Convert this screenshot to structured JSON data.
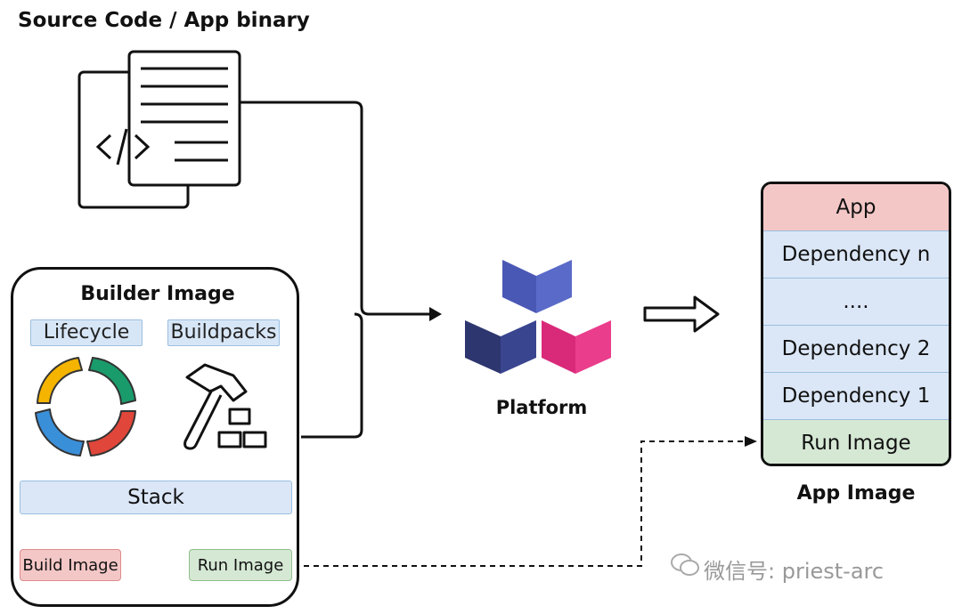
{
  "source": {
    "title": "Source Code / App binary"
  },
  "builder": {
    "title": "Builder Image",
    "lifecycle_label": "Lifecycle",
    "buildpacks_label": "Buildpacks",
    "stack_label": "Stack",
    "build_image_label": "Build Image",
    "run_image_label": "Run Image"
  },
  "platform": {
    "label": "Platform"
  },
  "app_image": {
    "title": "App Image",
    "layers": [
      {
        "label": "App",
        "color": "#f4c7c7"
      },
      {
        "label": "Dependency n",
        "color": "#dbe7f7"
      },
      {
        "label": "....",
        "color": "#dbe7f7"
      },
      {
        "label": "Dependency 2",
        "color": "#dbe7f7"
      },
      {
        "label": "Dependency 1",
        "color": "#dbe7f7"
      },
      {
        "label": "Run Image",
        "color": "#d5e8d4"
      }
    ]
  },
  "watermark": {
    "text": "微信号: priest-arc"
  },
  "colors": {
    "lifecycle_yellow": "#f4b400",
    "lifecycle_green": "#1a9b6c",
    "lifecycle_red": "#e0463a",
    "lifecycle_blue": "#3a8fd9",
    "logo_indigo": "#3e4a9e",
    "logo_pink": "#e0347f"
  },
  "icons": [
    "source-code-document-icon",
    "lifecycle-cycle-icon",
    "buildpacks-hammer-icon",
    "platform-logo-icon",
    "hollow-arrow-icon",
    "wechat-icon"
  ]
}
